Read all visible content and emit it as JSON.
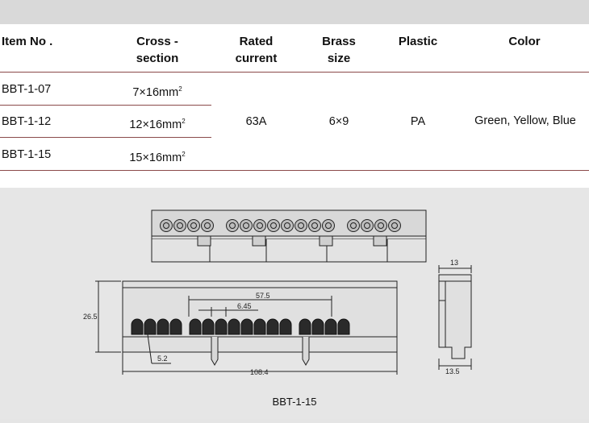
{
  "table": {
    "headers": {
      "item": "Item No .",
      "cross_1": "Cross -",
      "cross_2": "section",
      "rated_1": "Rated",
      "rated_2": "current",
      "brass_1": "Brass",
      "brass_2": "size",
      "plastic": "Plastic",
      "color": "Color"
    },
    "rows": [
      {
        "item": "BBT-1-07",
        "cross": "7×16mm",
        "sup": "2"
      },
      {
        "item": "BBT-1-12",
        "cross": "12×16mm",
        "sup": "2"
      },
      {
        "item": "BBT-1-15",
        "cross": "15×16mm",
        "sup": "2"
      }
    ],
    "shared": {
      "current": "63A",
      "brass": "6×9",
      "plastic": "PA",
      "color": "Green, Yellow, Blue"
    }
  },
  "drawing": {
    "dims": {
      "height": "26.5",
      "span": "57.5",
      "pitch": "6.45",
      "gap": "5.2",
      "length": "108.4",
      "depth_top": "13",
      "depth_bottom": "13.5"
    },
    "caption": "BBT-1-15"
  }
}
